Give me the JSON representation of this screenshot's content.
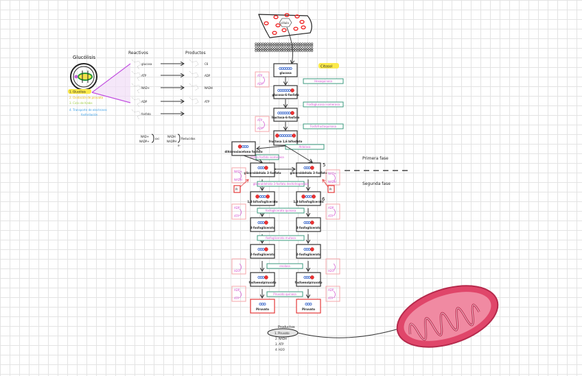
{
  "title": "Glucólisis",
  "cell_steps": [
    "1. Glucólisis",
    "2. Oxidación de piruvato",
    "3. Ciclo de Krebs",
    "4. Transporte de electrones",
    "fosforilación"
  ],
  "reactivos_header": "Reactivos",
  "productos_header": "Productos",
  "reactions": [
    {
      "reactant": "glucosa",
      "product": "C6"
    },
    {
      "reactant": "ATP",
      "product": "ADP"
    },
    {
      "reactant": "NAD+",
      "product": "NADH"
    },
    {
      "reactant": "ADP",
      "product": "ATP"
    },
    {
      "reactant": "fosfato",
      "product": ""
    }
  ],
  "redox": {
    "oxidized": [
      "NAD+",
      "NADP+"
    ],
    "oxidized_label": "oxi",
    "reduced": [
      "NADH",
      "NADPH"
    ],
    "reduced_label": "Reducidos",
    "electron": "e-"
  },
  "vessel_label": "célula",
  "citosol_label": "Citosol",
  "first_phase": {
    "molecules": [
      "glucosa",
      "glucosa-6-fosfato",
      "fructosa-6-fosfato",
      "fructosa 1,6 bifosfato"
    ],
    "enzymes": [
      "Hexoquinasa",
      "Fosfoglucosa isomerasa",
      "Fosfofructoquinasa",
      "Aldolasa"
    ],
    "dhap": "dihidroxiacetona fosfato",
    "isomerase": "triosa fosfato isomerasa"
  },
  "second_phase": {
    "molecules": [
      "gliceraldehído 3-fosfato",
      "1,3-bifosfoglicerato",
      "3-fosfoglicerato",
      "2-fosfoglicerato",
      "fosfoenolpiruvato",
      "Piruvato"
    ],
    "enzymes": [
      "gliceraldehído-3-fosfato deshidrogenasa",
      "fosfoglicerato quinasa",
      "fosfoglicerato mutasa",
      "enolasa",
      "Piruvato quinasa"
    ]
  },
  "cofactors": {
    "atp": "ATP",
    "adp": "ADP",
    "nad": "NAD+",
    "nadh": "NADH",
    "pi": "Pi",
    "h2o": "H2O"
  },
  "step_numbers": [
    "5",
    "6"
  ],
  "phase_labels": {
    "first": "Primera fase",
    "second": "Segunda fase"
  },
  "products": {
    "header": "Productos",
    "items": [
      "1. Piruvato",
      "2. NADH",
      "3. ATP",
      "4. H2O"
    ]
  },
  "colors": {
    "pink": "#d24fd0",
    "teal": "#3a9a7d",
    "red": "#e43a3a",
    "blue": "#2456c4",
    "highlight": "#fbe94a",
    "mito": "#d94a6a"
  }
}
